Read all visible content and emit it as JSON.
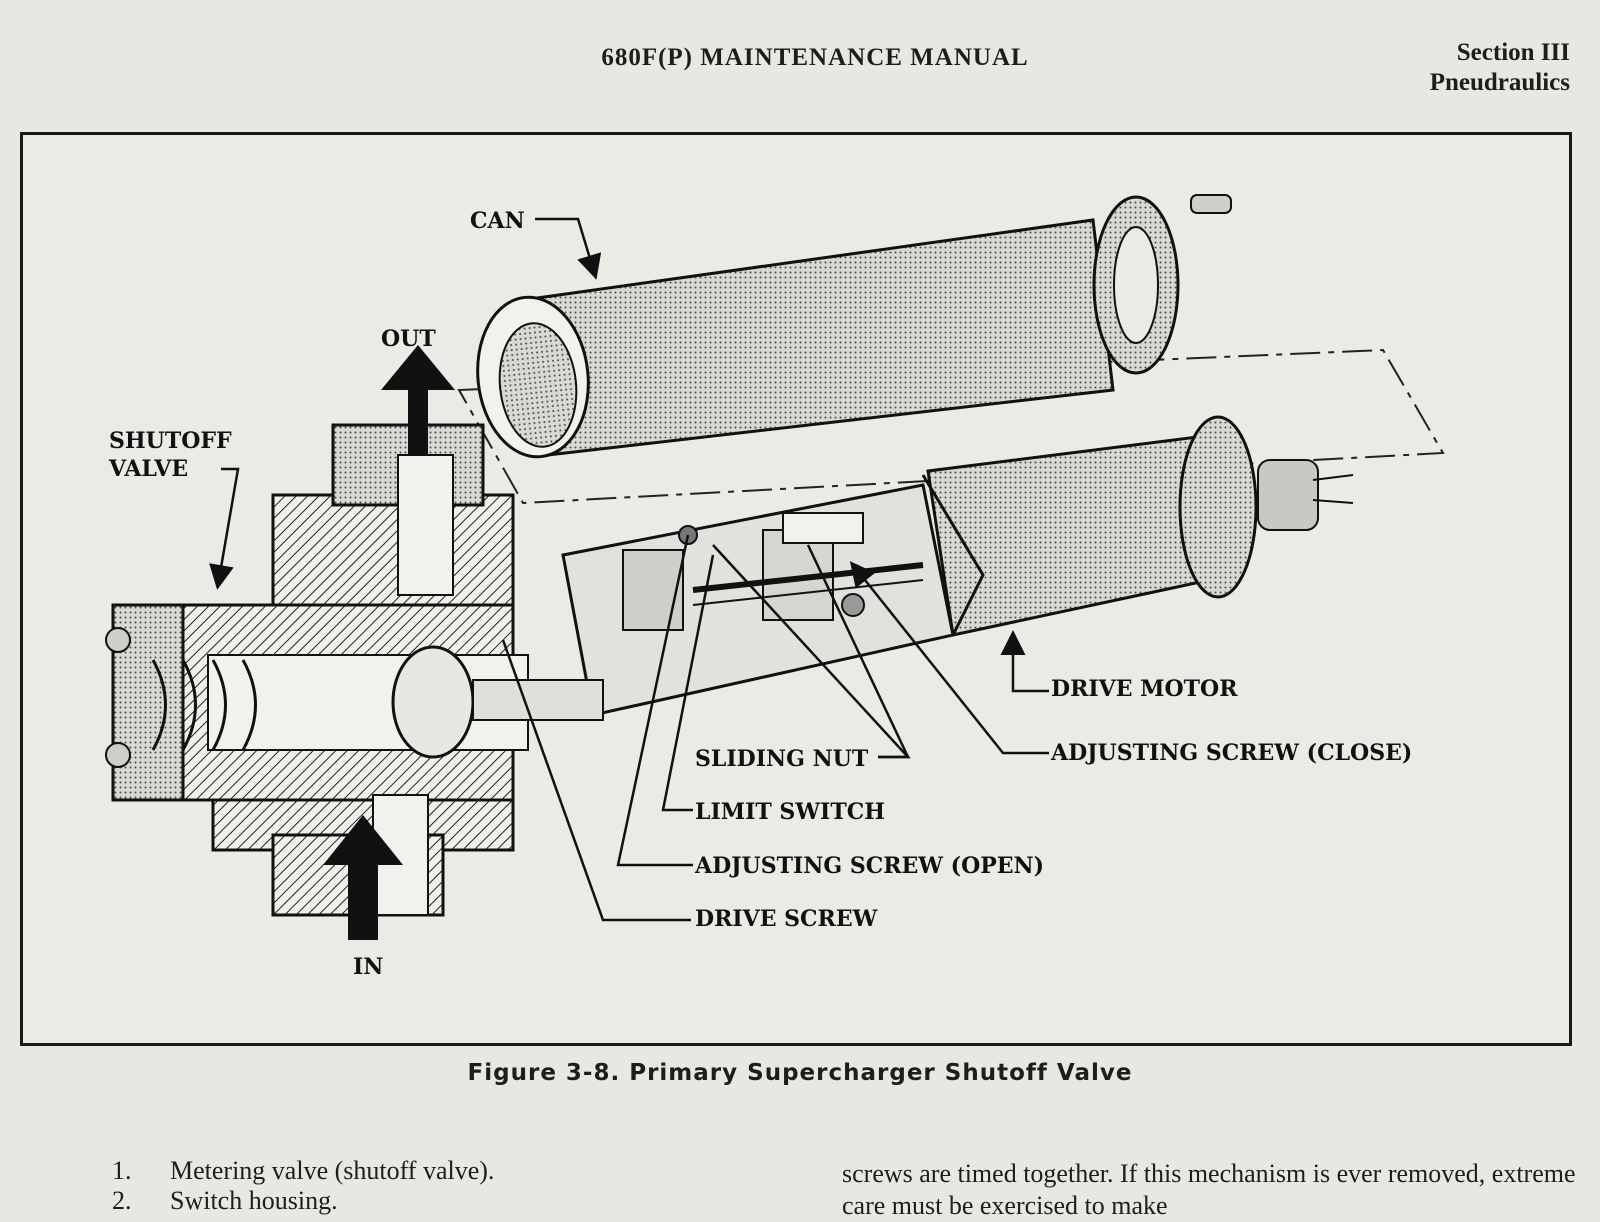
{
  "header": {
    "manual_title": "680F(P) MAINTENANCE MANUAL",
    "section_line1": "Section III",
    "section_line2": "Pneudraulics"
  },
  "figure": {
    "callouts": {
      "can": "CAN",
      "out": "OUT",
      "shutoff_valve_1": "SHUTOFF",
      "shutoff_valve_2": "VALVE",
      "drive_motor": "DRIVE MOTOR",
      "adjusting_screw_close": "ADJUSTING SCREW (CLOSE)",
      "sliding_nut": "SLIDING NUT",
      "limit_switch": "LIMIT SWITCH",
      "adjusting_screw_open": "ADJUSTING SCREW (OPEN)",
      "drive_screw": "DRIVE SCREW",
      "in": "IN"
    },
    "caption": "Figure 3-8. Primary Supercharger Shutoff Valve"
  },
  "list": [
    {
      "number": "1.",
      "text": "Metering valve (shutoff valve)."
    },
    {
      "number": "2.",
      "text": "Switch housing."
    }
  ],
  "body_text": "screws are timed together.  If this mechanism is ever removed, extreme care must be exercised to make"
}
